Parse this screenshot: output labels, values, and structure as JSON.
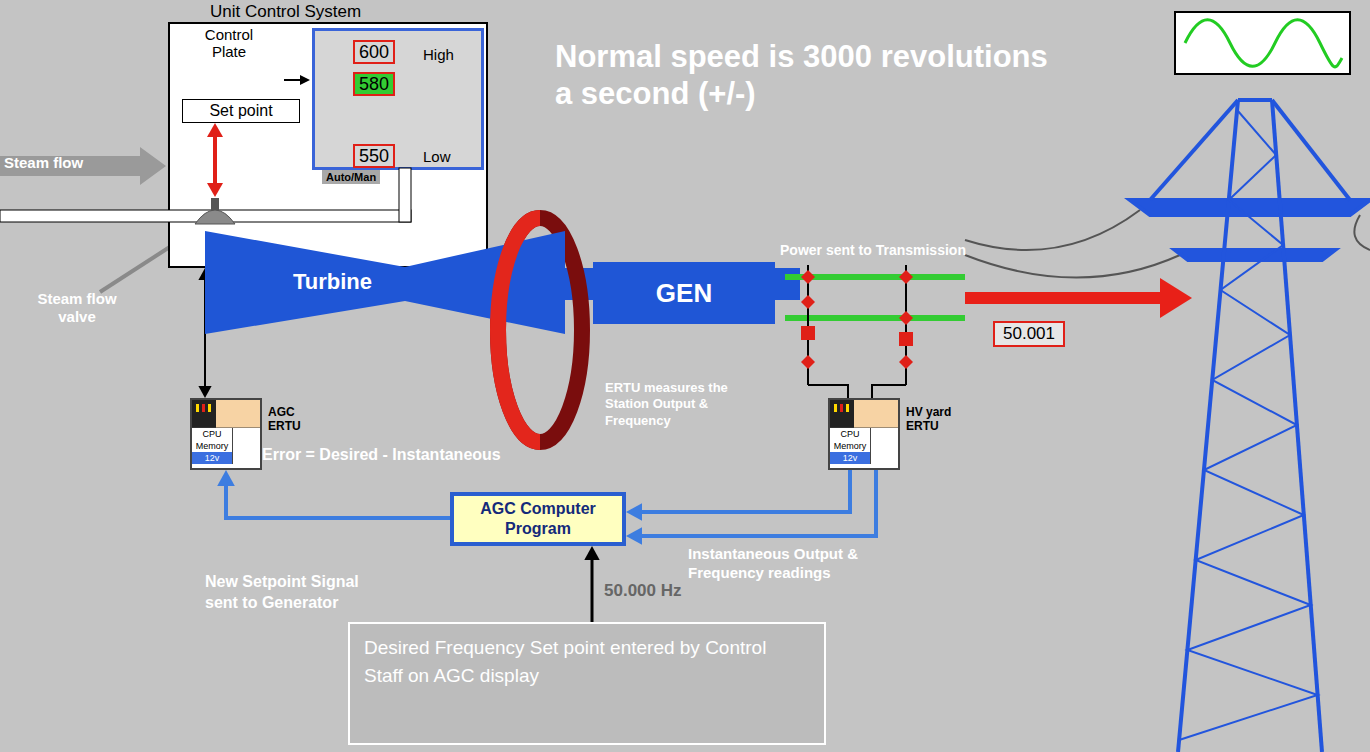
{
  "diagram": {
    "nodes": [
      {
        "text": [
          "Unit Control System",
          "Control Plate"
        ]
      },
      {
        "text": [
          "Set point"
        ],
        "in": 0
      },
      {
        "text": [
          "High",
          "Low"
        ],
        "in": 0
      },
      {
        "text": [
          "600"
        ],
        "in": 2
      },
      {
        "text": [
          "580"
        ],
        "in": 2
      },
      {
        "text": [
          "550"
        ],
        "in": 2
      },
      {
        "text": [
          "Turbine"
        ]
      },
      {
        "text": [
          "GEN"
        ]
      },
      {
        "text": [
          "AGC ERTU",
          "CPU",
          "Memory",
          "12v"
        ]
      },
      {
        "text": [
          "HV yard ERTU",
          "CPU",
          "Memory",
          "12v"
        ]
      },
      {
        "text": [
          "AGC Computer Program"
        ]
      },
      {
        "text": [
          "50.001"
        ]
      },
      {
        "text": [
          "Desired Frequency Set point entered by Control Staff on AGC display"
        ]
      }
    ],
    "edges": [
      {
        "from": 0,
        "to": 8,
        "arrow": "both"
      },
      {
        "from": 9,
        "to": 10,
        "arrow": "to"
      },
      {
        "from": 9,
        "to": 10,
        "arrow": "to"
      },
      {
        "from": 10,
        "to": 8,
        "arrow": "to"
      },
      {
        "from": 12,
        "to": 10,
        "label": "50.000 Hz",
        "arrow": "to"
      }
    ],
    "labels": [
      "Normal speed is 3000 revolutions  a second (+/-)",
      "Steam flow",
      "Steam flow valve",
      "Auto/Man",
      "ERTU measures the Station Output & Frequency",
      "Power sent to Transmission",
      "Error = Desired - Instantaneous",
      "Instantaneous Output & Frequency readings",
      "New Setpoint Signal sent to Generator"
    ]
  }
}
